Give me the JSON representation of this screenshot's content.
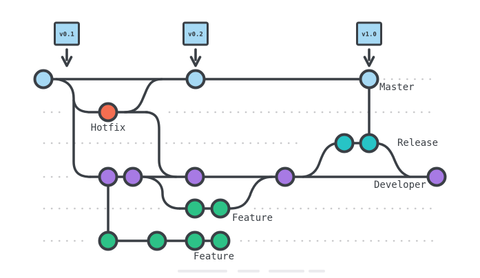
{
  "diagram": {
    "type": "git-flow-branching-diagram",
    "tags": [
      {
        "label": "v0.1"
      },
      {
        "label": "v0.2"
      },
      {
        "label": "v1.0"
      }
    ],
    "labels": {
      "master": "Master",
      "hotfix": "Hotfix",
      "release": "Release",
      "developer": "Developer",
      "feature_top": "Feature",
      "feature_bottom": "Feature"
    },
    "colors": {
      "master": "#a6d9f4",
      "hotfix": "#f46e51",
      "release": "#27c4c6",
      "developer": "#a77ae4",
      "feature": "#2dc287",
      "line": "#3a3f45",
      "dots": "#c9c9cb",
      "text": "#3a3f45",
      "tag_fill": "#a6d9f4",
      "tag_border": "#3a3f45",
      "background": "#ffffff"
    },
    "graph": {
      "branches": [
        {
          "name": "Master",
          "commit_count": 3,
          "tags": [
            "v0.1",
            "v0.2",
            "v1.0"
          ]
        },
        {
          "name": "Hotfix",
          "commit_count": 1
        },
        {
          "name": "Release",
          "commit_count": 2
        },
        {
          "name": "Developer",
          "commit_count": 5
        },
        {
          "name": "Feature",
          "commit_count": 2
        },
        {
          "name": "Feature",
          "commit_count": 4
        }
      ]
    }
  }
}
